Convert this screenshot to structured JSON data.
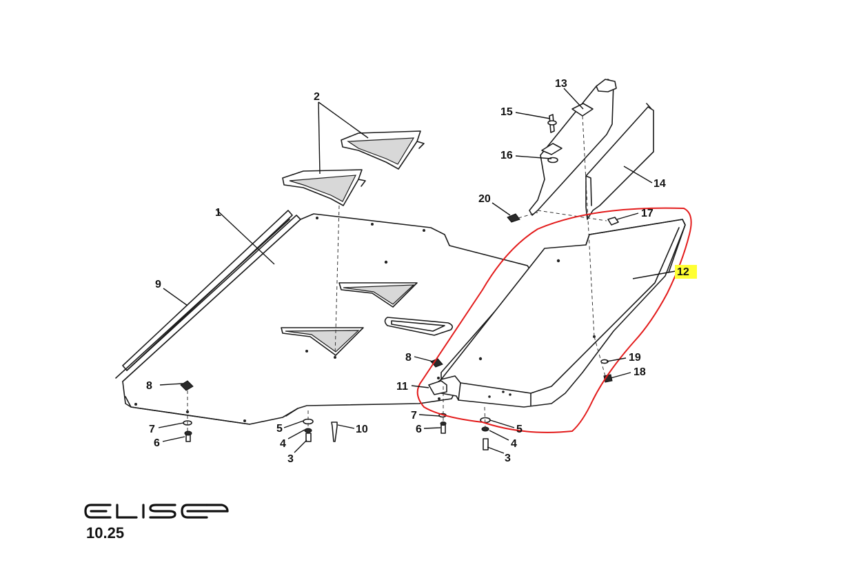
{
  "diagram": {
    "brand_logo_text": "ELISE",
    "page_reference": "10.25",
    "callouts": {
      "c1": "1",
      "c2": "2",
      "c3_left": "3",
      "c3_right": "3",
      "c4_left": "4",
      "c4_right": "4",
      "c5_left": "5",
      "c5_right": "5",
      "c6_left": "6",
      "c6_right": "6",
      "c7_left": "7",
      "c7_right": "7",
      "c8_left": "8",
      "c8_right": "8",
      "c9": "9",
      "c10": "10",
      "c11": "11",
      "c12": "12",
      "c13": "13",
      "c14": "14",
      "c15": "15",
      "c16": "16",
      "c17": "17",
      "c18": "18",
      "c19": "19",
      "c20": "20"
    },
    "highlighted_part": "12",
    "colors": {
      "highlight": "#ffff33",
      "annotation_outline": "#e31b1b",
      "line_art": "#1a1a1a"
    }
  }
}
